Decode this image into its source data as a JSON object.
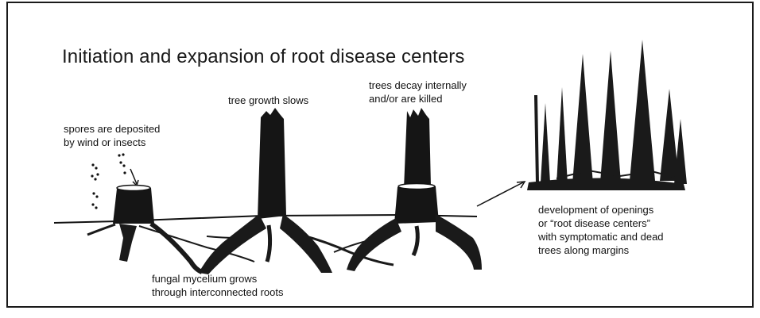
{
  "diagram": {
    "title": "Initiation and expansion of root disease centers",
    "labels": {
      "spores": [
        "spores are deposited",
        "by wind or insects"
      ],
      "growth": [
        "tree growth slows"
      ],
      "decay": [
        "trees decay internally",
        "and/or are killed"
      ],
      "mycelium": [
        "fungal mycelium grows",
        "through interconnected roots"
      ],
      "centers": [
        "development of openings",
        "or “root disease centers”",
        "with symptomatic and dead",
        "trees along margins"
      ]
    }
  }
}
